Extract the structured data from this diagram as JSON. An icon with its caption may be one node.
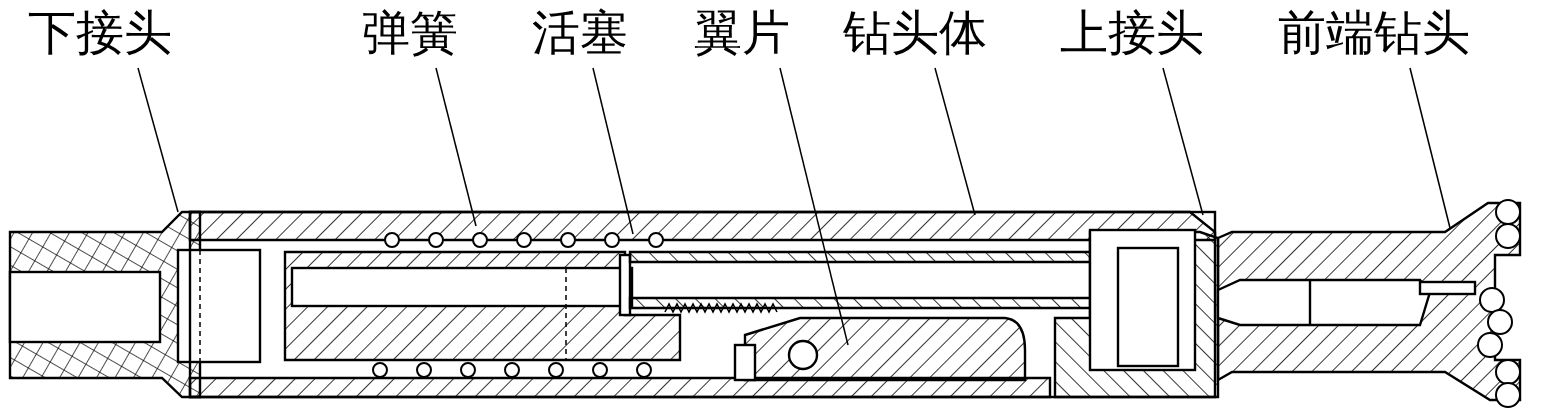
{
  "diagram": {
    "nodes": [
      {
        "text": [
          "下接头"
        ]
      },
      {
        "text": [
          "弹簧"
        ]
      },
      {
        "text": [
          "活塞"
        ]
      },
      {
        "text": [
          "翼片"
        ]
      },
      {
        "text": [
          "钻头体"
        ]
      },
      {
        "text": [
          "上接头"
        ]
      },
      {
        "text": [
          "前端钻头"
        ]
      }
    ],
    "edges": [
      {
        "from": 0,
        "to": null,
        "arrow": "none"
      },
      {
        "from": 1,
        "to": null,
        "arrow": "none"
      },
      {
        "from": 2,
        "to": null,
        "arrow": "none"
      },
      {
        "from": 3,
        "to": null,
        "arrow": "none"
      },
      {
        "from": 4,
        "to": null,
        "arrow": "none"
      },
      {
        "from": 5,
        "to": null,
        "arrow": "none"
      },
      {
        "from": 6,
        "to": null,
        "arrow": "none"
      }
    ]
  }
}
